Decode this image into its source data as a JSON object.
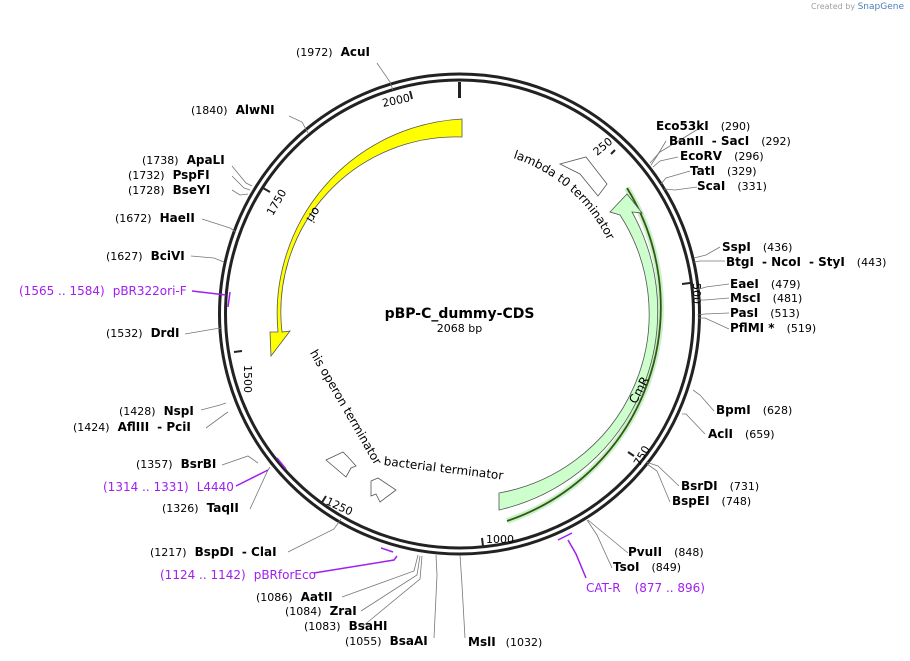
{
  "credit": {
    "prefix": "Created by",
    "brand": "SnapGene"
  },
  "plasmid": {
    "name": "pBP-C_dummy-CDS",
    "size_label": "2068 bp",
    "length": 2068
  },
  "ticks": [
    {
      "pos": 250,
      "label": "250"
    },
    {
      "pos": 500,
      "label": "500"
    },
    {
      "pos": 750,
      "label": "750"
    },
    {
      "pos": 1000,
      "label": "1000"
    },
    {
      "pos": 1250,
      "label": "1250"
    },
    {
      "pos": 1500,
      "label": "1500"
    },
    {
      "pos": 1750,
      "label": "1750"
    },
    {
      "pos": 2000,
      "label": "2000"
    }
  ],
  "features": [
    {
      "id": "ori",
      "label": "ori",
      "color": "#ffff00"
    },
    {
      "id": "cmr",
      "label": "CmR",
      "color": "#ccffcc"
    },
    {
      "id": "lambda",
      "label": "lambda t0 terminator",
      "color": "#ffffff"
    },
    {
      "id": "his",
      "label": "his operon terminator",
      "color": "#ffffff"
    },
    {
      "id": "bact",
      "label": "bacterial terminator",
      "color": "#ffffff"
    }
  ],
  "enzymes": [
    {
      "name": "AcuI",
      "pos": "(1972)"
    },
    {
      "name": "AlwNI",
      "pos": "(1840)"
    },
    {
      "name": "ApaLI",
      "pos": "(1738)"
    },
    {
      "name": "PspFI",
      "pos": "(1732)"
    },
    {
      "name": "BseYI",
      "pos": "(1728)"
    },
    {
      "name": "HaeII",
      "pos": "(1672)"
    },
    {
      "name": "BciVI",
      "pos": "(1627)"
    },
    {
      "name": "DrdI",
      "pos": "(1532)"
    },
    {
      "name": "NspI",
      "pos": "(1428)"
    },
    {
      "name": "AflIII",
      "name2": "- PciI",
      "pos": "(1424)"
    },
    {
      "name": "BsrBI",
      "pos": "(1357)"
    },
    {
      "name": "TaqII",
      "pos": "(1326)"
    },
    {
      "name": "BspDI",
      "name2": "- ClaI",
      "pos": "(1217)"
    },
    {
      "name": "AatII",
      "pos": "(1086)"
    },
    {
      "name": "ZraI",
      "pos": "(1084)"
    },
    {
      "name": "BsaHI",
      "pos": "(1083)"
    },
    {
      "name": "BsaAI",
      "pos": "(1055)"
    },
    {
      "name": "MslI",
      "pos": "(1032)"
    },
    {
      "name": "Eco53kI",
      "pos": "(290)"
    },
    {
      "name": "BanII",
      "name2": "- SacI",
      "pos": "(292)"
    },
    {
      "name": "EcoRV",
      "pos": "(296)"
    },
    {
      "name": "TatI",
      "pos": "(329)"
    },
    {
      "name": "ScaI",
      "pos": "(331)"
    },
    {
      "name": "SspI",
      "pos": "(436)"
    },
    {
      "name": "BtgI",
      "name2": "- NcoI",
      "name3": "- StyI",
      "pos": "(443)"
    },
    {
      "name": "EaeI",
      "pos": "(479)"
    },
    {
      "name": "MscI",
      "pos": "(481)"
    },
    {
      "name": "PasI",
      "pos": "(513)"
    },
    {
      "name": "PflMI *",
      "pos": "(519)"
    },
    {
      "name": "BpmI",
      "pos": "(628)"
    },
    {
      "name": "AclI",
      "pos": "(659)"
    },
    {
      "name": "BsrDI",
      "pos": "(731)"
    },
    {
      "name": "BspEI",
      "pos": "(748)"
    },
    {
      "name": "PvuII",
      "pos": "(848)"
    },
    {
      "name": "TsoI",
      "pos": "(849)"
    }
  ],
  "primers": [
    {
      "range": "(1565 .. 1584)",
      "name": "pBR322ori-F"
    },
    {
      "range": "(1314 .. 1331)",
      "name": "L4440"
    },
    {
      "range": "(1124 .. 1142)",
      "name": "pBRforEco"
    },
    {
      "name": "CAT-R",
      "range": "(877 .. 896)"
    }
  ]
}
